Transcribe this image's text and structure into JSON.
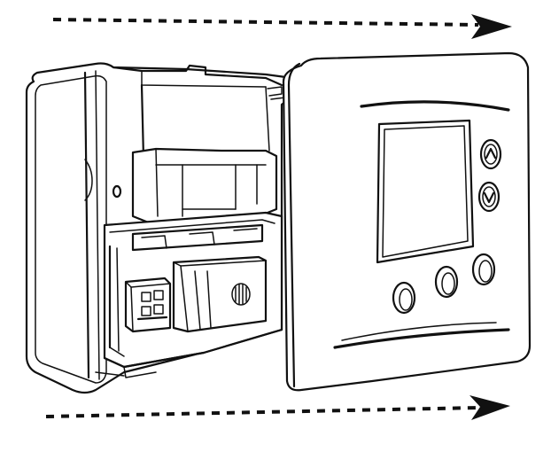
{
  "figure": {
    "subject": "thermostat-cover-removal",
    "parts": [
      "wall-base",
      "front-cover",
      "display-screen",
      "up-button",
      "down-button",
      "front-buttons",
      "terminal-block",
      "direction-arrows"
    ],
    "arrow_direction": "right",
    "arrow_count": 2,
    "front_button_count": 3,
    "side_button_count": 2
  }
}
